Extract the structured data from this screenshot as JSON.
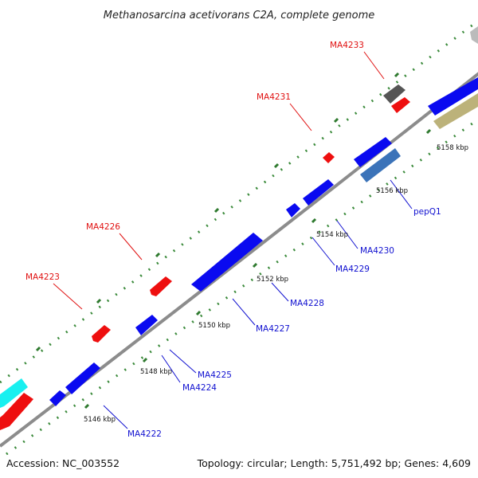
{
  "title": "Methanosarcina acetivorans C2A, complete genome",
  "footer": {
    "accession": "Accession: NC_003552",
    "summary": "Topology: circular; Length: 5,751,492 bp; Genes: 4,609"
  },
  "colors": {
    "backbone": "#8c8c8c",
    "forward_gene": "#0a0af0",
    "reverse_gene": "#ee0f0f",
    "forward_label": "#1010d0",
    "reverse_label": "#e01010",
    "tick_minor": "#3a8a3a",
    "tick_major": "#2f7a2f"
  },
  "ticks": [
    {
      "label": "5146 kbp"
    },
    {
      "label": "5148 kbp"
    },
    {
      "label": "5150 kbp"
    },
    {
      "label": "5152 kbp"
    },
    {
      "label": "5154 kbp"
    },
    {
      "label": "5156 kbp"
    },
    {
      "label": "5158 kbp"
    }
  ],
  "gene_labels": [
    {
      "text": "MA4222",
      "strand": "forward"
    },
    {
      "text": "MA4223",
      "strand": "reverse"
    },
    {
      "text": "MA4224",
      "strand": "forward"
    },
    {
      "text": "MA4225",
      "strand": "forward"
    },
    {
      "text": "MA4226",
      "strand": "reverse"
    },
    {
      "text": "MA4227",
      "strand": "forward"
    },
    {
      "text": "MA4228",
      "strand": "forward"
    },
    {
      "text": "MA4229",
      "strand": "forward"
    },
    {
      "text": "MA4230",
      "strand": "forward"
    },
    {
      "text": "MA4231",
      "strand": "reverse"
    },
    {
      "text": "pepQ1",
      "strand": "forward"
    },
    {
      "text": "MA4233",
      "strand": "reverse"
    }
  ]
}
